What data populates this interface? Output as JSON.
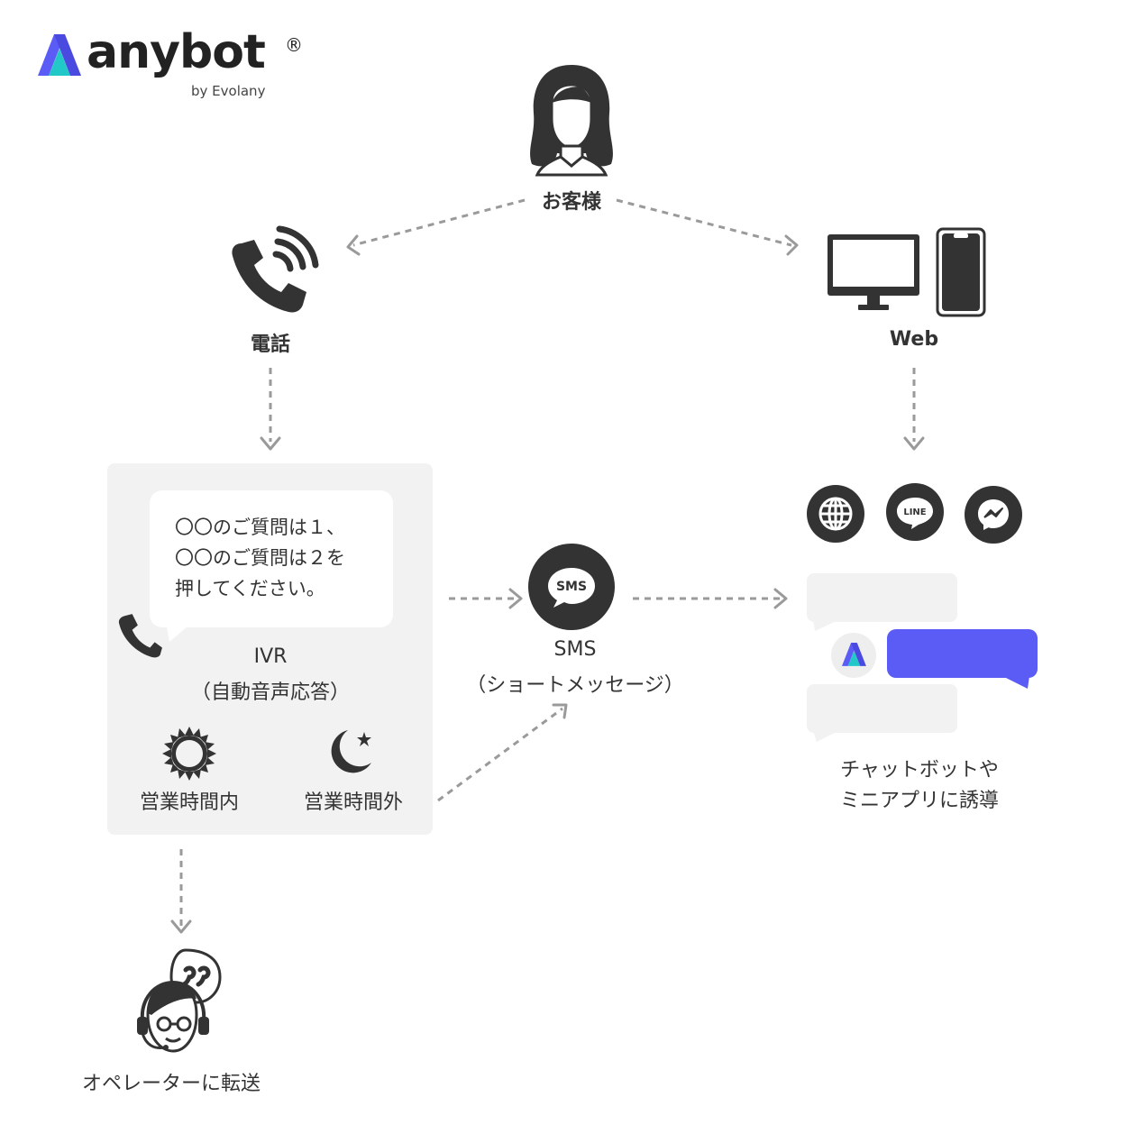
{
  "brand": {
    "name": "anybot",
    "registered": "®",
    "sub": "by Evolany",
    "colors": [
      "#5b5bf6",
      "#22c8c8"
    ]
  },
  "customer": {
    "label": "お客様",
    "icon": "woman-avatar-icon"
  },
  "phone": {
    "label": "電話",
    "icon": "phone-ringing-icon"
  },
  "web": {
    "label": "Web",
    "icon": "desktop-and-smartphone-icon"
  },
  "ivr": {
    "bubble_lines": [
      "〇〇のご質問は１、",
      "〇〇のご質問は２を",
      "押してください。"
    ],
    "title": "IVR",
    "subtitle": "（自動音声応答）",
    "in_hours": "営業時間内",
    "out_hours": "営業時間外"
  },
  "sms": {
    "icon_text": "SMS",
    "title": "SMS",
    "subtitle": "（ショートメッセージ）"
  },
  "channels": {
    "icons": [
      "globe-icon",
      "line-icon",
      "messenger-icon"
    ],
    "line_text": "LINE"
  },
  "chatbot": {
    "line1": "チャットボットや",
    "line2": "ミニアプリに誘導"
  },
  "operator": {
    "label": "オペレーターに転送"
  },
  "colors": {
    "dark": "#333333",
    "accent": "#5b5bf6",
    "panel": "#f2f2f2",
    "arrow": "#999999"
  }
}
